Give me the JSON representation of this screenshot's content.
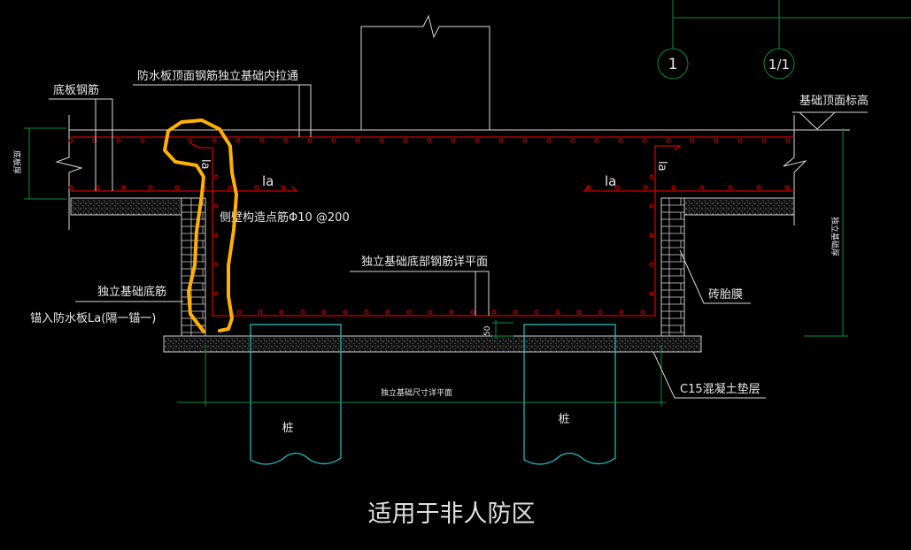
{
  "drawing": {
    "title": "适用于非人防区",
    "grid_axes": [
      "1",
      "1/1"
    ],
    "labels": {
      "slab_rebar": "底板钢筋",
      "top_rebar_through": "防水板顶面钢筋独立基础内拉通",
      "side_wall_rebar": "侧壁构造点筋Φ10 @200",
      "bottom_rebar_plan": "独立基础底部钢筋详平面",
      "footing_bottom_rebar": "独立基础底筋",
      "anchor_note": "锚入防水板La(隔一锚一)",
      "top_elevation": "基础顶面标高",
      "brick_form": "砖胎膜",
      "cushion": "C15混凝土垫层",
      "size_plan": "独立基础尺寸详平面",
      "pile_left": "桩",
      "pile_right": "桩",
      "la_left": "la",
      "la_right": "la",
      "la_vertical_left": "la",
      "la_vertical_right": "la",
      "dim_50": "50",
      "slab_thickness": "底板厚",
      "footing_thickness": "独立基础厚"
    },
    "colors": {
      "background": "#000000",
      "rebar": "#d00000",
      "dimension": "#0a8f3a",
      "pile": "#22c5c5",
      "markup": "#ffb000"
    }
  }
}
